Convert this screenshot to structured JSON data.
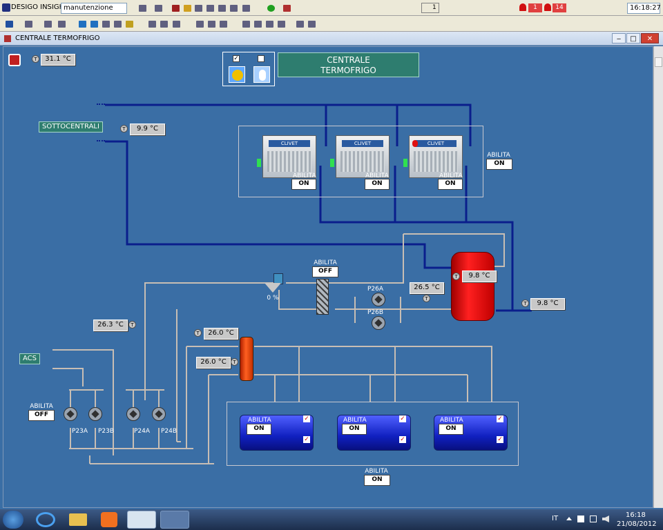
{
  "toolbar1": {
    "app_name": "DESIGO INSIGHT",
    "user_field": "manutenzione",
    "page_counter": "1",
    "alarm_count_1": "1",
    "alarm_count_2": "14",
    "clock": "16:18:27"
  },
  "window": {
    "title": "CENTRALE TERMOFRIGO",
    "min_label": "‒",
    "max_label": "□",
    "close_label": "✕"
  },
  "header": {
    "title_line1": "CENTRALE",
    "title_line2": "TERMOFRIGO",
    "outdoor_temp": "31.1 °C"
  },
  "labels": {
    "sottocentrali": "SOTTOCENTRALI",
    "acs": "ACS",
    "abilita": "ABILITA",
    "valve_pct": "0 %",
    "sensor_t": "T"
  },
  "temps": {
    "sottocentrali_temp": "9.9 °C",
    "tank_temp": "9.8 °C",
    "return_temp": "9.8 °C",
    "hx_temp": "26.5 °C",
    "left_temp": "26.3 °C",
    "boiler_supply_temp": "26.0 °C",
    "boiler_return_temp": "26.0 °C"
  },
  "chillers": [
    {
      "brand": "CLIVET",
      "state": "ON"
    },
    {
      "brand": "CLIVET",
      "state": "ON"
    },
    {
      "brand": "CLIVET",
      "state": "ON"
    }
  ],
  "chiller_group_state": "ON",
  "exchanger_state": "OFF",
  "acs_state": "OFF",
  "boilers": [
    {
      "state": "ON"
    },
    {
      "state": "ON"
    },
    {
      "state": "ON"
    }
  ],
  "boiler_group_state": "ON",
  "pumps": {
    "p26a": "P26A",
    "p26b": "P26B",
    "p23a": "P23A",
    "p23b": "P23B",
    "p24a": "P24A",
    "p24b": "P24B"
  },
  "taskbar": {
    "lang": "IT",
    "time": "16:18",
    "date": "21/08/2012"
  },
  "colors": {
    "background": "#3a6ea5",
    "cold_pipe": "#0a1e8c",
    "warm_pipe": "#c8beb4",
    "tank": "#e01010",
    "boiler": "#1020c0"
  }
}
